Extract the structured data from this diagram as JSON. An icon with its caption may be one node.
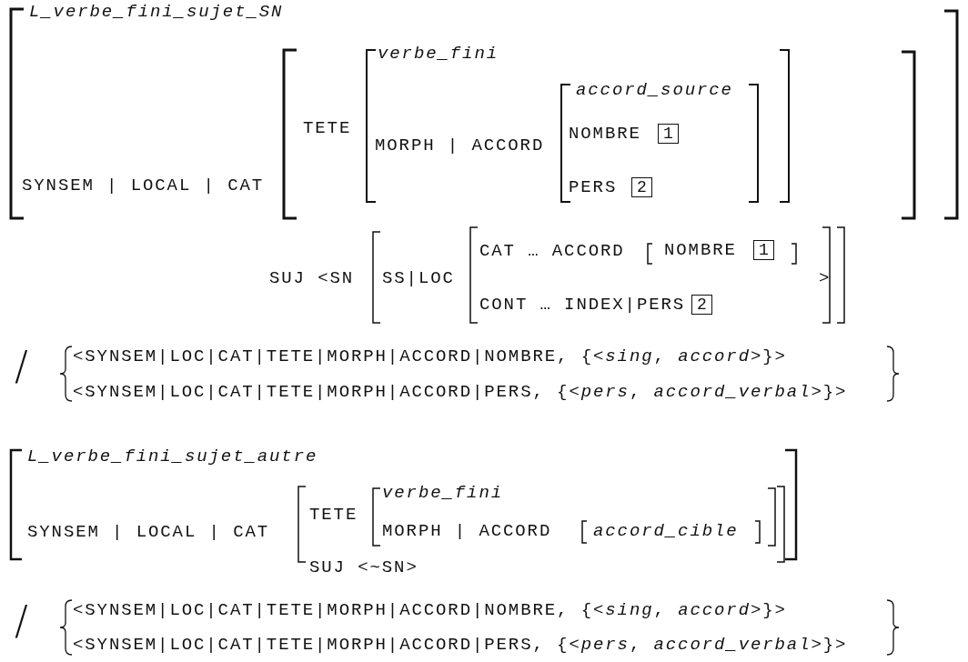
{
  "diagram": {
    "labels": [
      "L_verbe_fini_sujet_SN",
      "SYNSEM | LOCAL | CAT",
      "TETE",
      "verbe_fini",
      "MORPH | ACCORD",
      "accord_source",
      "NOMBRE",
      "1",
      "PERS",
      "2",
      "SUJ <SN",
      "SS|LOC",
      "CAT … ACCORD",
      "NOMBRE",
      "1",
      ">",
      "CONT … INDEX|PERS",
      "2",
      "/",
      "<SYNSEM|LOC|CAT|TETE|MORPH|ACCORD|NOMBRE, {<*sing*, *accord*>}>",
      "<SYNSEM|LOC|CAT|TETE|MORPH|ACCORD|PERS, {<*pers*, *accord_verbal*>}>",
      "L_verbe_fini_sujet_autre",
      "SYNSEM | LOCAL | CAT",
      "TETE",
      "verbe_fini",
      "MORPH | ACCORD",
      "accord_cible",
      "SUJ <~SN>",
      "/",
      "<SYNSEM|LOC|CAT|TETE|MORPH|ACCORD|NOMBRE, {<*sing*, *accord*>}>",
      "<SYNSEM|LOC|CAT|TETE|MORPH|ACCORD|PERS, {<*pers*, *accord_verbal*>}>"
    ]
  }
}
